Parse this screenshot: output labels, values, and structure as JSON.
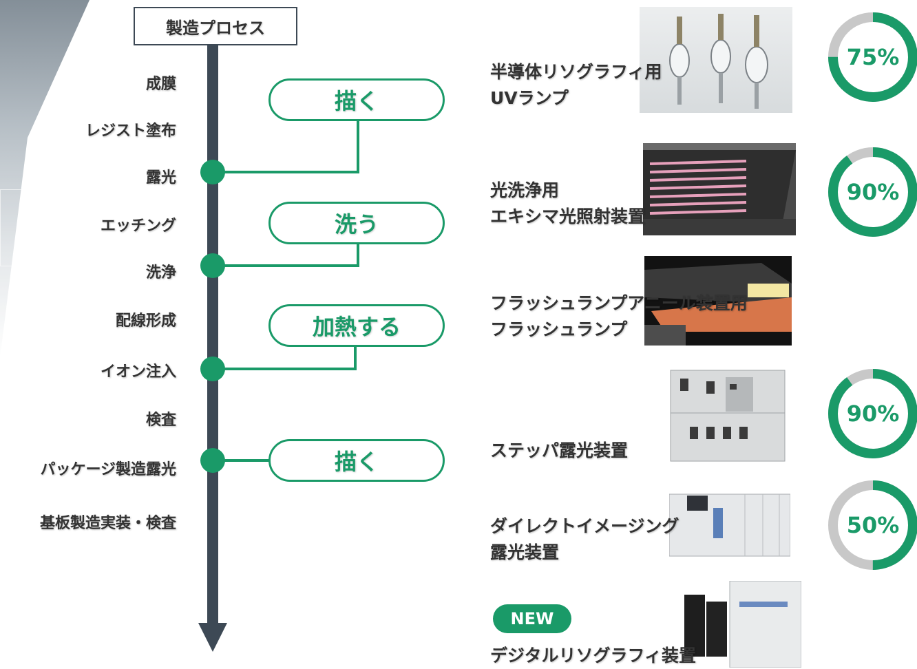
{
  "process": {
    "title": "製造プロセス",
    "steps": [
      {
        "label": "成膜"
      },
      {
        "label": "レジスト塗布"
      },
      {
        "label": "露光"
      },
      {
        "label": "エッチング"
      },
      {
        "label": "洗浄"
      },
      {
        "label": "配線形成"
      },
      {
        "label": "イオン注入"
      },
      {
        "label": "検査"
      },
      {
        "label": "パッケージ製造露光"
      },
      {
        "label": "基板製造実装・検査"
      }
    ]
  },
  "functions": [
    {
      "label": "描く"
    },
    {
      "label": "洗う"
    },
    {
      "label": "加熱する"
    },
    {
      "label": "描く"
    }
  ],
  "products": [
    {
      "line1": "半導体リソグラフィ用",
      "line2": "UVランプ",
      "share": "75%",
      "share_value": 75
    },
    {
      "line1": "光洗浄用",
      "line2": "エキシマ光照射装置",
      "share": "90%",
      "share_value": 90
    },
    {
      "line1": "フラッシュランプアニール装置用",
      "line2": "フラッシュランプ"
    },
    {
      "line1": "ステッパ露光装置",
      "share": "90%",
      "share_value": 90
    },
    {
      "line1": "ダイレクトイメージング",
      "line2": "露光装置",
      "share": "50%",
      "share_value": 50
    },
    {
      "line1": "デジタルリソグラフィ装置",
      "badge": "NEW"
    }
  ],
  "colors": {
    "accent": "#1a9a68",
    "line": "#3d4955",
    "donut_track": "#c8c8c8"
  }
}
